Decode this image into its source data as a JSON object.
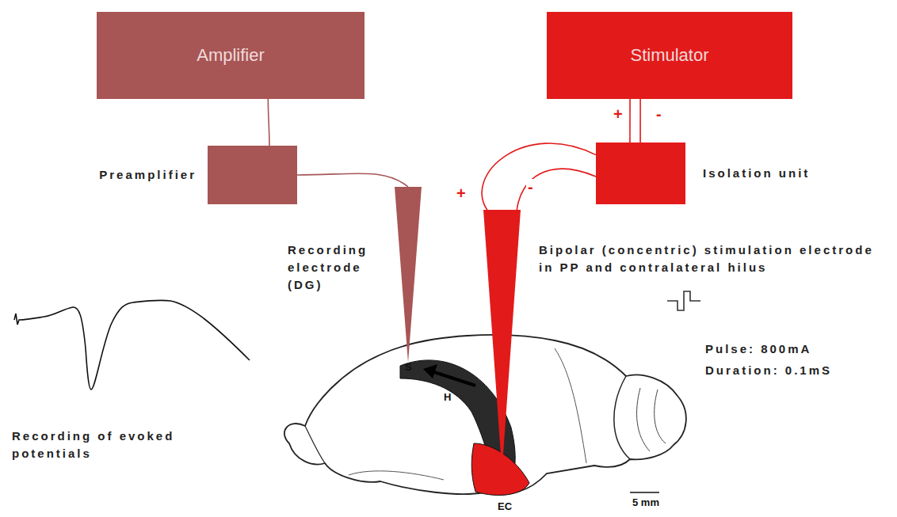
{
  "diagram": {
    "nodes": [
      {
        "text": [
          "Amplifier"
        ]
      },
      {
        "text": [
          "Stimulator"
        ]
      },
      {
        "text": [
          "Preamplifier"
        ]
      },
      {
        "text": [
          "Isolation unit"
        ]
      },
      {
        "text": [
          "Recording electrode (DG)"
        ]
      },
      {
        "text": [
          "Bipolar (concentric) stimulation electrode in PP and contralateral hilus"
        ]
      }
    ],
    "edges": [
      {
        "from": 0,
        "to": 2,
        "arrow": "none"
      },
      {
        "from": 2,
        "to": 4,
        "arrow": "none"
      },
      {
        "from": 1,
        "to": 3,
        "label": "+",
        "arrow": "none"
      },
      {
        "from": 1,
        "to": 3,
        "label": "-",
        "arrow": "none"
      },
      {
        "from": 3,
        "to": 5,
        "label": "+",
        "arrow": "none"
      },
      {
        "from": 3,
        "to": 5,
        "label": "-",
        "arrow": "none"
      }
    ],
    "labels": [
      "Recording of evoked potentials",
      "Pulse: 800mA",
      "Duration: 0.1mS",
      "S",
      "H",
      "EC",
      "5 mm"
    ]
  }
}
